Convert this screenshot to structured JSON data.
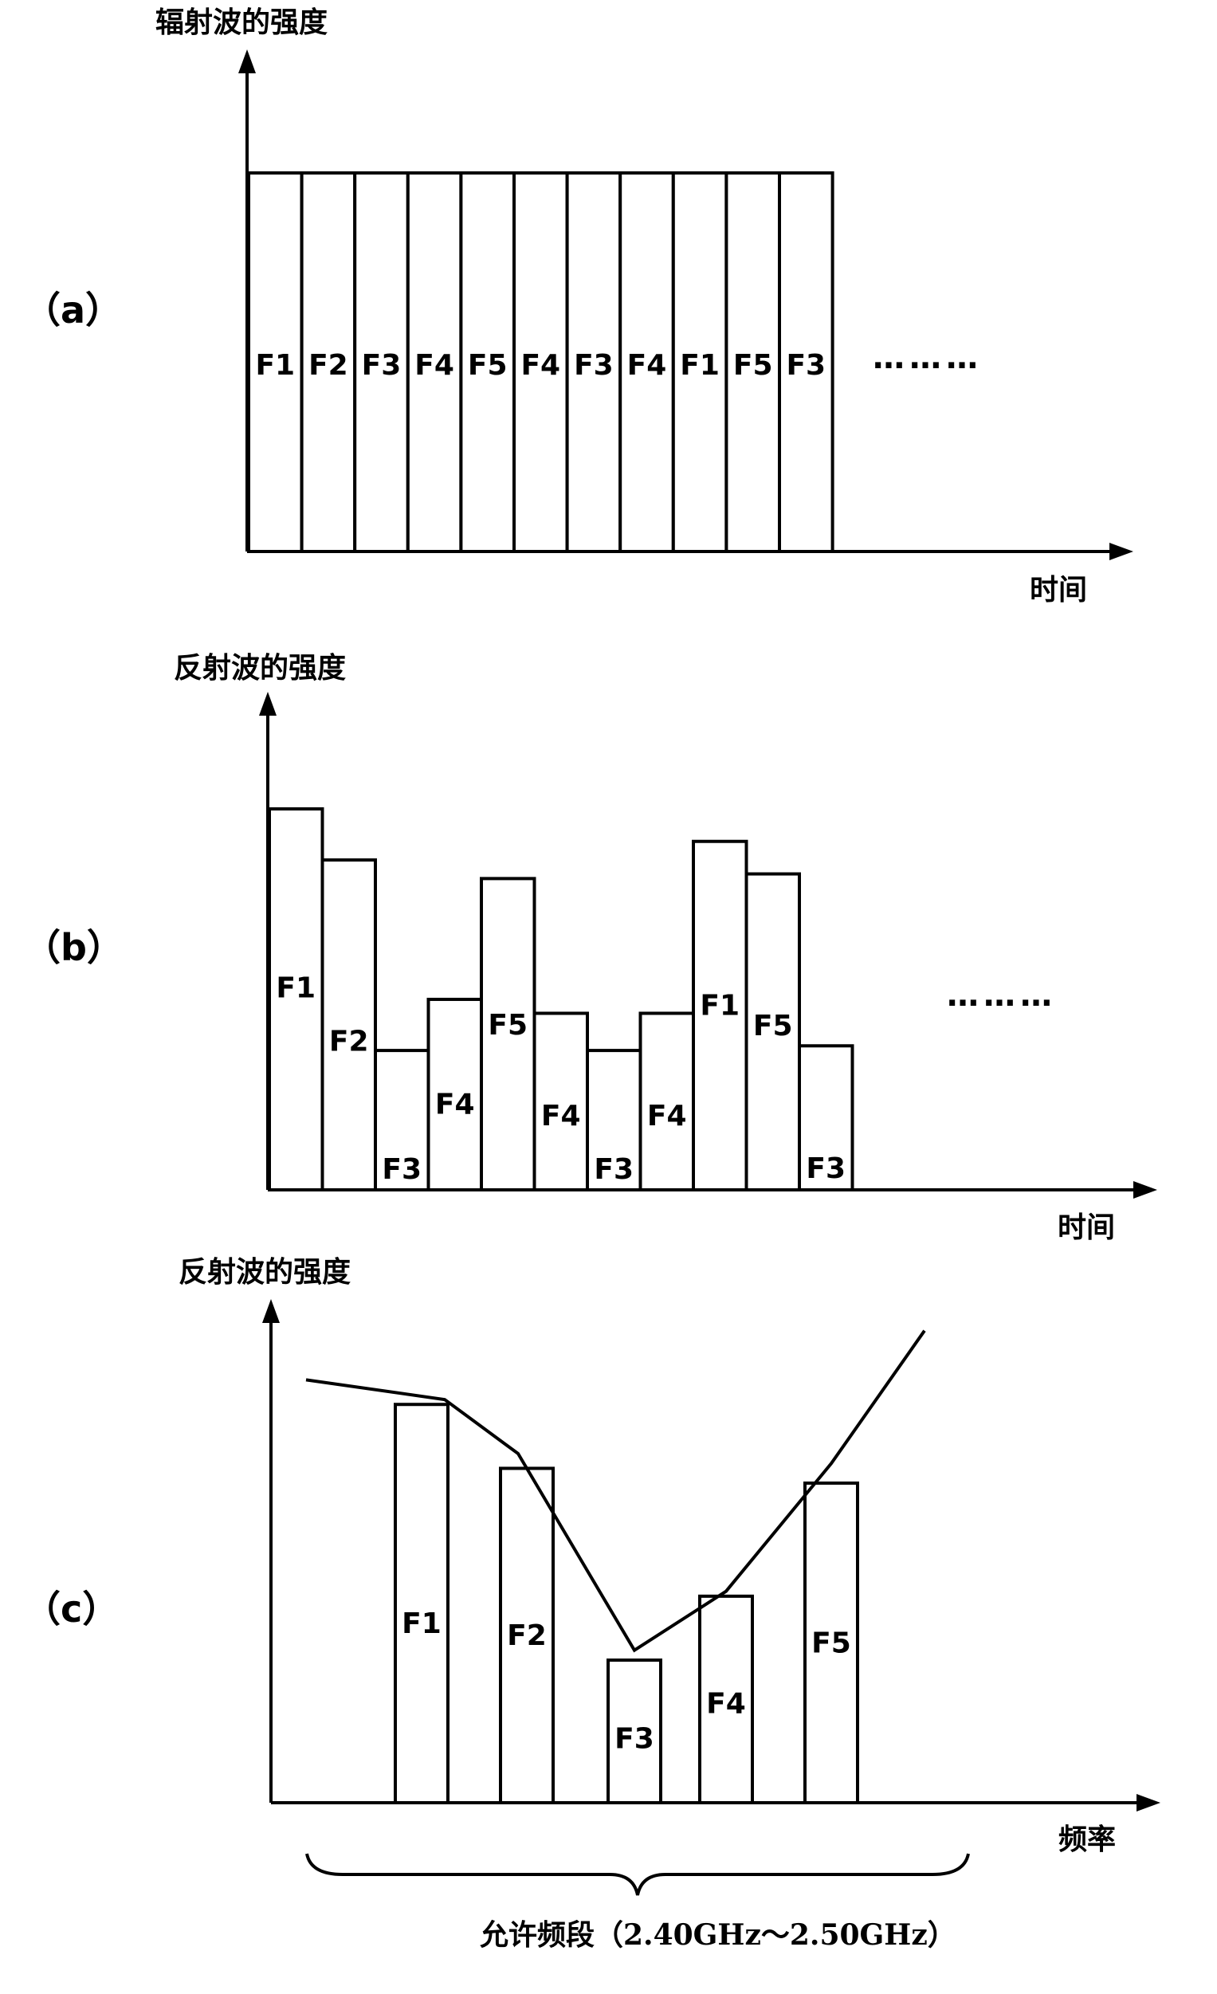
{
  "panels": [
    {
      "id": "a",
      "panel_label": "（a）",
      "ylabel": "辐射波的强度",
      "xlabel": "时间",
      "ellipsis": "………"
    },
    {
      "id": "b",
      "panel_label": "（b）",
      "ylabel": "反射波的强度",
      "xlabel": "时间",
      "ellipsis": "………"
    },
    {
      "id": "c",
      "panel_label": "（c）",
      "ylabel": "反射波的强度",
      "xlabel": "频率",
      "brace_label": "允许频段（2.40GHz～2.50GHz）"
    }
  ],
  "chart_data": [
    {
      "type": "bar",
      "ylabel": "辐射波的强度",
      "xlabel": "时间",
      "categories": [
        "F1",
        "F2",
        "F3",
        "F4",
        "F5",
        "F4",
        "F3",
        "F4",
        "F1",
        "F5",
        "F3"
      ],
      "values": [
        1,
        1,
        1,
        1,
        1,
        1,
        1,
        1,
        1,
        1,
        1
      ],
      "ylim": [
        0,
        1.2
      ],
      "grid": false
    },
    {
      "type": "bar",
      "ylabel": "反射波的强度",
      "xlabel": "时间",
      "categories": [
        "F1",
        "F2",
        "F3",
        "F4",
        "F5",
        "F4",
        "F3",
        "F4",
        "F1",
        "F5",
        "F3"
      ],
      "values": [
        0.82,
        0.71,
        0.3,
        0.41,
        0.67,
        0.38,
        0.3,
        0.38,
        0.75,
        0.68,
        0.31
      ],
      "ylim": [
        0,
        1.0
      ],
      "grid": false
    },
    {
      "type": "bar",
      "ylabel": "反射波的强度",
      "xlabel": "频率",
      "categories": [
        "F1",
        "F2",
        "F3",
        "F4",
        "F5"
      ],
      "values": [
        0.81,
        0.68,
        0.29,
        0.42,
        0.65
      ],
      "trend_line": [
        0.86,
        0.82,
        0.71,
        0.31,
        0.43,
        0.69,
        0.96
      ],
      "ylim": [
        0,
        1.0
      ],
      "grid": false
    }
  ]
}
